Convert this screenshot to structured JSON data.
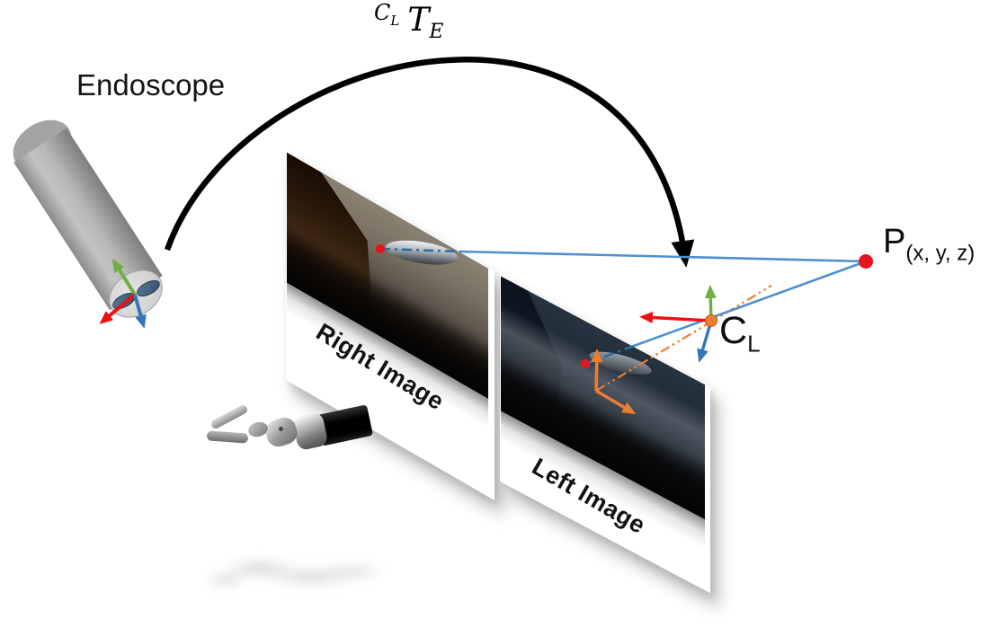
{
  "diagram": {
    "endoscope_label": "Endoscope",
    "transform_label": {
      "sup_base": "C",
      "sup_sub": "L",
      "main": "T",
      "main_sub": "E"
    },
    "right_image_label": "Right Image",
    "left_image_label": "Left Image",
    "point_label": {
      "base": "P",
      "sub": "(x, y, z)"
    },
    "left_camera_label": {
      "base": "C",
      "sub": "L"
    }
  },
  "colors": {
    "axis_green": "#6fae44",
    "axis_red": "#ee1111",
    "axis_blue": "#3575bb",
    "ray_blue": "#4e8fd0",
    "ray_blue_dark": "#2e6da4",
    "accent_orange": "#ed7d31",
    "point_red": "#e8141b",
    "arc_black": "#000000"
  }
}
